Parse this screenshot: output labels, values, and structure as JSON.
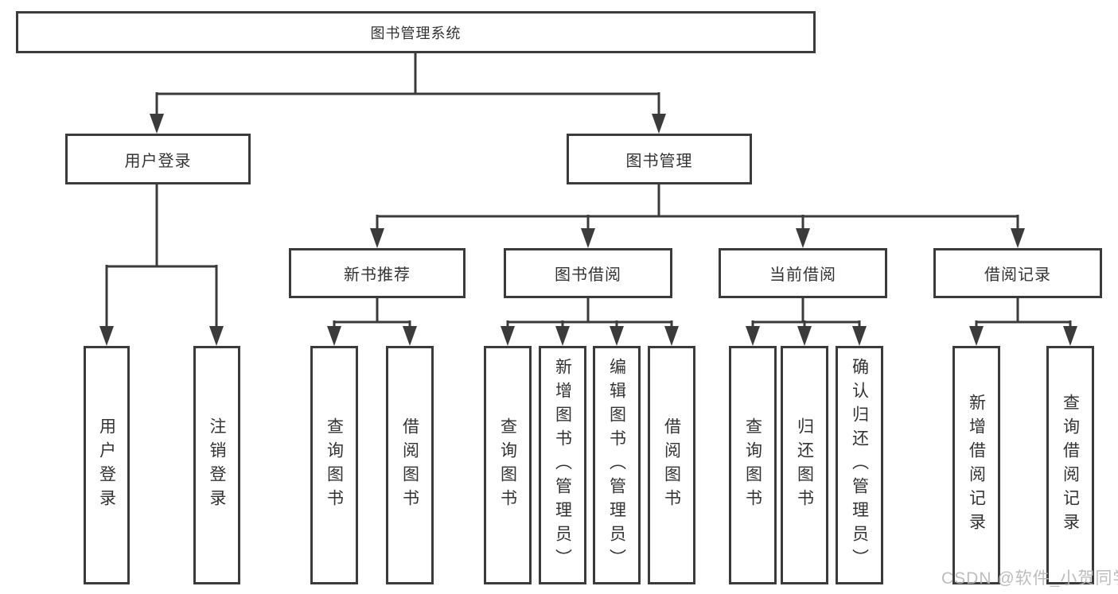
{
  "colors": {
    "line": "#3b3b3b",
    "text": "#333333",
    "canvas-bg": "#ffffff",
    "watermark": "#b6b6b6"
  },
  "nodes": {
    "root": {
      "label": "图书管理系统"
    },
    "level2": [
      {
        "label": "用户登录"
      },
      {
        "label": "图书管理"
      }
    ],
    "level3": [
      {
        "label": "新书推荐"
      },
      {
        "label": "图书借阅"
      },
      {
        "label": "当前借阅"
      },
      {
        "label": "借阅记录"
      }
    ],
    "leaves": [
      "用户登录",
      "注销登录",
      "查询图书",
      "借阅图书",
      "查询图书",
      "新增图书（管理员）",
      "编辑图书（管理员）",
      "借阅图书",
      "查询图书",
      "归还图书",
      "确认归还（管理员）",
      "新增借阅记录",
      "查询借阅记录"
    ]
  },
  "watermark": {
    "text": "CSDN @软件_小贺同学"
  }
}
